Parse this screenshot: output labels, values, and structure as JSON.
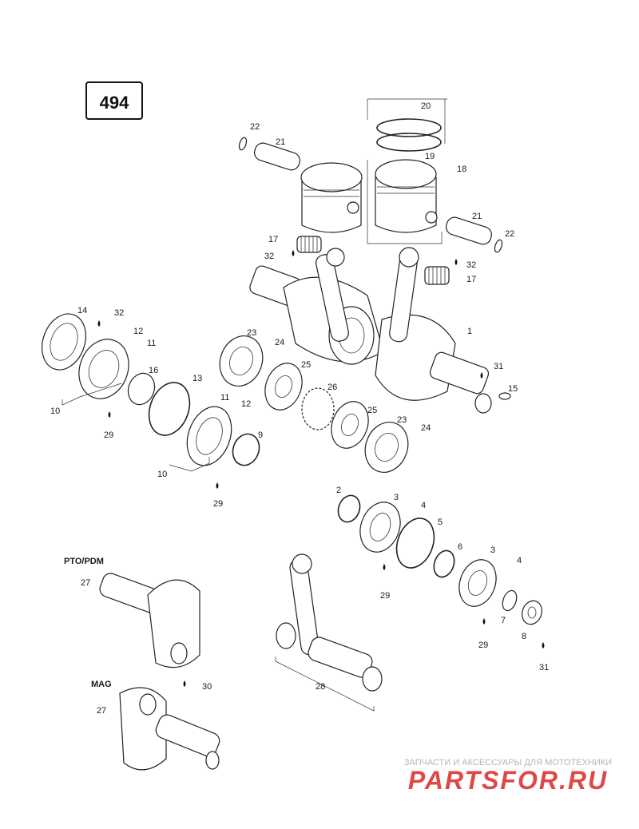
{
  "diagram": {
    "badge": "494",
    "sections": {
      "pto": "PTO/PDM",
      "mag": "MAG"
    },
    "callouts": [
      {
        "id": "c20",
        "label": "20"
      },
      {
        "id": "c19",
        "label": "19"
      },
      {
        "id": "c18",
        "label": "18"
      },
      {
        "id": "c22a",
        "label": "22"
      },
      {
        "id": "c21a",
        "label": "21"
      },
      {
        "id": "c21b",
        "label": "21"
      },
      {
        "id": "c22b",
        "label": "22"
      },
      {
        "id": "c17a",
        "label": "17"
      },
      {
        "id": "c32a",
        "label": "32"
      },
      {
        "id": "c32b",
        "label": "32"
      },
      {
        "id": "c17b",
        "label": "17"
      },
      {
        "id": "c14",
        "label": "14"
      },
      {
        "id": "c32c",
        "label": "32"
      },
      {
        "id": "c12a",
        "label": "12"
      },
      {
        "id": "c11a",
        "label": "11"
      },
      {
        "id": "c1",
        "label": "1"
      },
      {
        "id": "c23a",
        "label": "23"
      },
      {
        "id": "c24a",
        "label": "24"
      },
      {
        "id": "c16",
        "label": "16"
      },
      {
        "id": "c13",
        "label": "13"
      },
      {
        "id": "c25a",
        "label": "25"
      },
      {
        "id": "c31a",
        "label": "31"
      },
      {
        "id": "c26",
        "label": "26"
      },
      {
        "id": "c15",
        "label": "15"
      },
      {
        "id": "c10a",
        "label": "10"
      },
      {
        "id": "c29a",
        "label": "29"
      },
      {
        "id": "c11b",
        "label": "11"
      },
      {
        "id": "c12b",
        "label": "12"
      },
      {
        "id": "c25b",
        "label": "25"
      },
      {
        "id": "c23b",
        "label": "23"
      },
      {
        "id": "c24b",
        "label": "24"
      },
      {
        "id": "c9",
        "label": "9"
      },
      {
        "id": "c10b",
        "label": "10"
      },
      {
        "id": "c29b",
        "label": "29"
      },
      {
        "id": "c2",
        "label": "2"
      },
      {
        "id": "c3a",
        "label": "3"
      },
      {
        "id": "c4a",
        "label": "4"
      },
      {
        "id": "c5",
        "label": "5"
      },
      {
        "id": "c6",
        "label": "6"
      },
      {
        "id": "c3b",
        "label": "3"
      },
      {
        "id": "c4b",
        "label": "4"
      },
      {
        "id": "c29c",
        "label": "29"
      },
      {
        "id": "c7",
        "label": "7"
      },
      {
        "id": "c29d",
        "label": "29"
      },
      {
        "id": "c8",
        "label": "8"
      },
      {
        "id": "c31b",
        "label": "31"
      },
      {
        "id": "c27a",
        "label": "27"
      },
      {
        "id": "c30",
        "label": "30"
      },
      {
        "id": "c28",
        "label": "28"
      },
      {
        "id": "c27b",
        "label": "27"
      }
    ]
  },
  "watermark": {
    "tagline": "ЗАПЧАСТИ И АКСЕССУАРЫ ДЛЯ МОТОТЕХНИКИ",
    "logo_text": "PARTSFOR.RU",
    "logo_color": "#e04848",
    "tagline_color": "#b5b5b5"
  }
}
